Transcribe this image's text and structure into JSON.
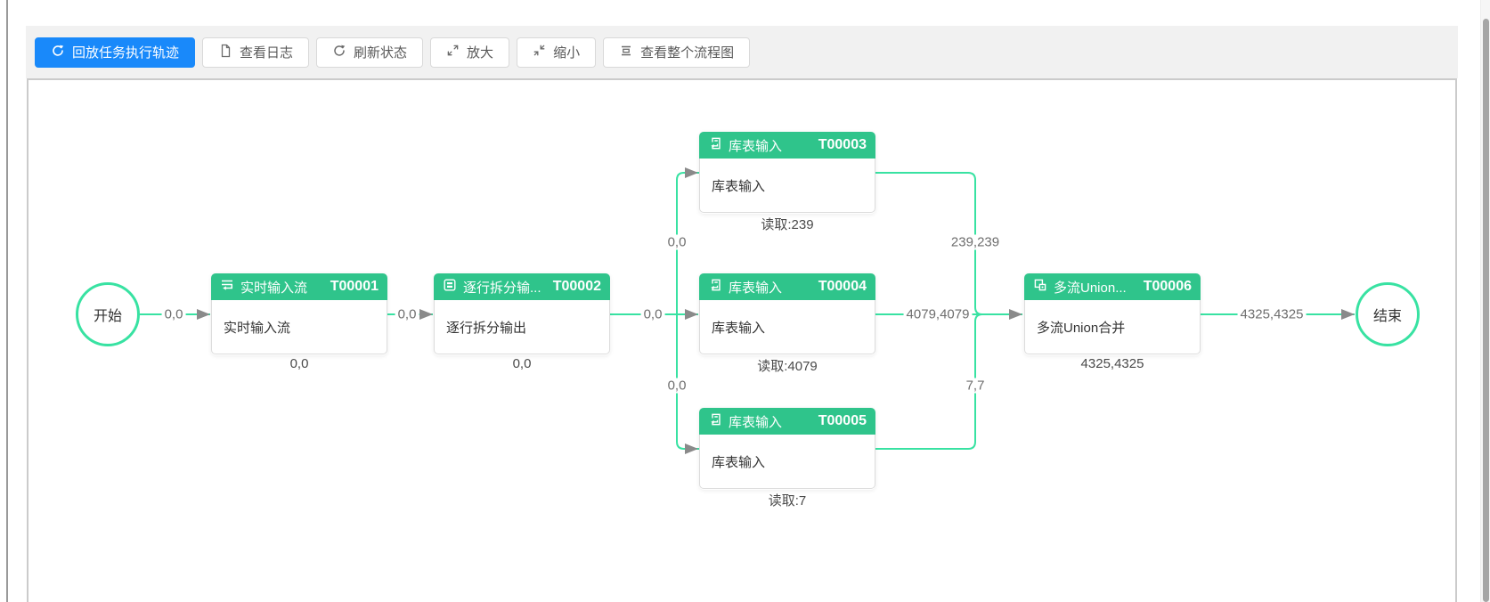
{
  "toolbar": {
    "replay_label": "回放任务执行轨迹",
    "view_log_label": "查看日志",
    "refresh_label": "刷新状态",
    "zoom_in_label": "放大",
    "zoom_out_label": "缩小",
    "overview_label": "查看整个流程图"
  },
  "flow": {
    "start_label": "开始",
    "end_label": "结束",
    "nodes": [
      {
        "id": "T00001",
        "title": "实时输入流",
        "body": "实时输入流",
        "stat": "0,0",
        "icon": "stream-input-icon"
      },
      {
        "id": "T00002",
        "title": "逐行拆分输...",
        "body": "逐行拆分输出",
        "stat": "0,0",
        "icon": "row-split-icon"
      },
      {
        "id": "T00003",
        "title": "库表输入",
        "body": "库表输入",
        "stat": "读取:239",
        "icon": "table-input-icon"
      },
      {
        "id": "T00004",
        "title": "库表输入",
        "body": "库表输入",
        "stat": "读取:4079",
        "icon": "table-input-icon"
      },
      {
        "id": "T00005",
        "title": "库表输入",
        "body": "库表输入",
        "stat": "读取:7",
        "icon": "table-input-icon"
      },
      {
        "id": "T00006",
        "title": "多流Union...",
        "body": "多流Union合并",
        "stat": "4325,4325",
        "icon": "union-merge-icon"
      }
    ],
    "edge_labels": {
      "start_to_t00001": "0,0",
      "t00001_to_t00002": "0,0",
      "t00002_to_t00003": "0,0",
      "t00002_to_t00004": "0,0",
      "t00002_to_t00005": "0,0",
      "t00003_to_t00006": "239,239",
      "t00004_to_t00006": "4079,4079",
      "t00005_to_t00006": "7,7",
      "t00006_to_end": "4325,4325"
    }
  },
  "colors": {
    "primary_button_blue": "#1989fa",
    "node_header_green": "#2fc48b",
    "edge_green": "#38e2a2",
    "arrow_gray": "#8a8a8a",
    "toolbar_bg": "#f1f1f1"
  }
}
